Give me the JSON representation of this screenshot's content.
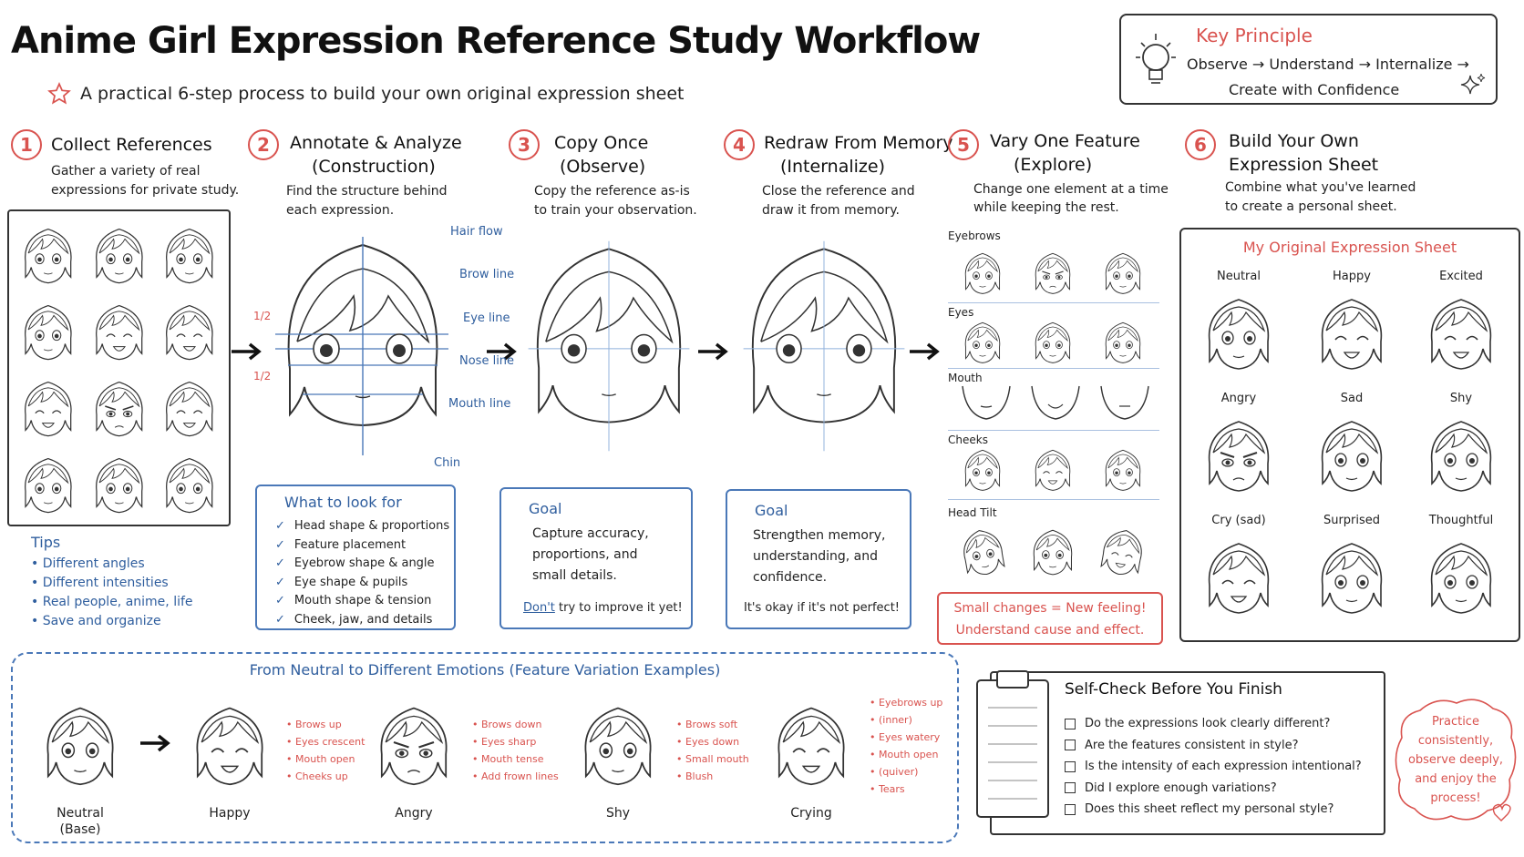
{
  "title": "Anime Girl Expression Reference Study Workflow",
  "subtitle": "A practical 6-step process to build your own original expression sheet",
  "key_principle": {
    "title": "Key Principle",
    "line1": "Observe → Understand → Internalize →",
    "line2": "Create with Confidence"
  },
  "steps": [
    {
      "num": "1",
      "name": "Collect References",
      "desc1": "Gather a variety of real",
      "desc2": "expressions for private study."
    },
    {
      "num": "2",
      "name": "Annotate & Analyze",
      "name2": "(Construction)",
      "desc1": "Find the structure behind",
      "desc2": "each expression."
    },
    {
      "num": "3",
      "name": "Copy Once",
      "name2": "(Observe)",
      "desc1": "Copy the reference as-is",
      "desc2": "to train your observation."
    },
    {
      "num": "4",
      "name": "Redraw From Memory",
      "name2": "(Internalize)",
      "desc1": "Close the reference and",
      "desc2": "draw it from memory."
    },
    {
      "num": "5",
      "name": "Vary One Feature",
      "name2": "(Explore)",
      "desc1": "Change one element at a time",
      "desc2": "while keeping the rest."
    },
    {
      "num": "6",
      "name": "Build Your Own",
      "name2": "Expression Sheet",
      "desc1": "Combine what you've learned",
      "desc2": "to create a personal sheet."
    }
  ],
  "tips": {
    "title": "Tips",
    "items": [
      "Different angles",
      "Different intensities",
      "Real people, anime, life",
      "Save and organize"
    ]
  },
  "annotations": {
    "hair": "Hair flow",
    "brow": "Brow line",
    "eye": "Eye line",
    "nose": "Nose line",
    "mouth": "Mouth line",
    "chin": "Chin",
    "half_top": "1/2",
    "half_bottom": "1/2"
  },
  "look_for": {
    "title": "What to look for",
    "items": [
      "Head shape & proportions",
      "Feature placement",
      "Eyebrow shape & angle",
      "Eye shape & pupils",
      "Mouth shape & tension",
      "Cheek, jaw, and details"
    ]
  },
  "goal3": {
    "title": "Goal",
    "body": [
      "Capture accuracy,",
      "proportions, and",
      "small details."
    ],
    "foot_u": "Don't",
    "foot_rest": " try to improve it yet!"
  },
  "goal4": {
    "title": "Goal",
    "body": [
      "Strengthen memory,",
      "understanding, and",
      "confidence."
    ],
    "foot": "It's okay if it's not perfect!"
  },
  "vary": {
    "rows": [
      "Eyebrows",
      "Eyes",
      "Mouth",
      "Cheeks",
      "Head Tilt"
    ],
    "note1": "Small changes = New feeling!",
    "note2": "Understand cause and effect."
  },
  "sheet": {
    "title": "My Original Expression Sheet",
    "cells": [
      "Neutral",
      "Happy",
      "Excited",
      "Angry",
      "Sad",
      "Shy",
      "Cry (sad)",
      "Surprised",
      "Thoughtful"
    ]
  },
  "variations": {
    "title": "From Neutral to Different Emotions (Feature Variation Examples)",
    "neutral": "Neutral",
    "neutral_sub": "(Base)",
    "faces": [
      {
        "label": "Happy",
        "notes": [
          "Brows up",
          "Eyes crescent",
          "Mouth open",
          "Cheeks up"
        ]
      },
      {
        "label": "Angry",
        "notes": [
          "Brows down",
          "Eyes sharp",
          "Mouth tense",
          "Add frown lines"
        ]
      },
      {
        "label": "Shy",
        "notes": [
          "Brows soft",
          "Eyes down",
          "Small mouth",
          "Blush"
        ]
      },
      {
        "label": "Crying",
        "notes": [
          "Eyebrows up",
          "(inner)",
          "Eyes watery",
          "Mouth open",
          "(quiver)",
          "Tears"
        ]
      }
    ]
  },
  "self_check": {
    "title": "Self-Check Before You Finish",
    "items": [
      "Do the expressions look clearly different?",
      "Are the features consistent in style?",
      "Is the intensity of each expression intentional?",
      "Did I explore enough variations?",
      "Does this sheet reflect my personal style?"
    ]
  },
  "cloud": [
    "Practice",
    "consistently,",
    "observe deeply,",
    "and enjoy the",
    "process!"
  ],
  "colors": {
    "accent_red": "#d9534f",
    "accent_blue": "#2f5e9e",
    "ink": "#222222"
  }
}
